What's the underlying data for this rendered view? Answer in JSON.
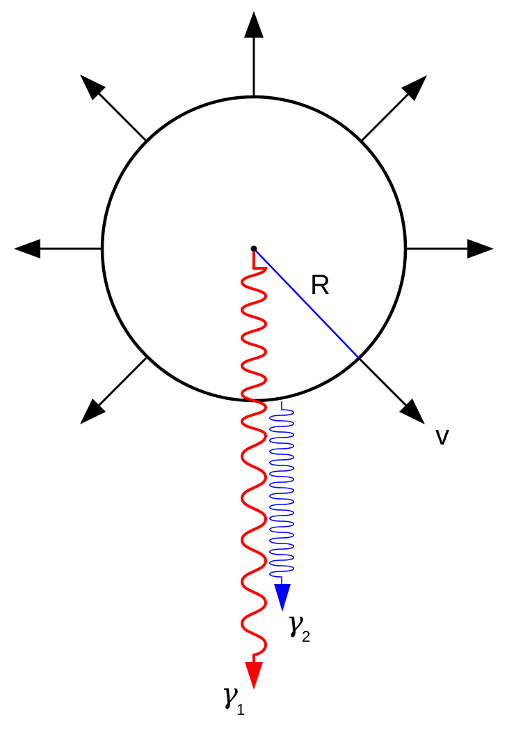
{
  "labels": {
    "radius": "R",
    "velocity": "v",
    "photon1_symbol": "γ",
    "photon1_index": "1",
    "photon2_symbol": "γ",
    "photon2_index": "2"
  },
  "colors": {
    "outline": "#000000",
    "photon1": "#ff0000",
    "photon2": "#0000ff",
    "radius_line": "#0000ff",
    "background": "#ffffff"
  }
}
